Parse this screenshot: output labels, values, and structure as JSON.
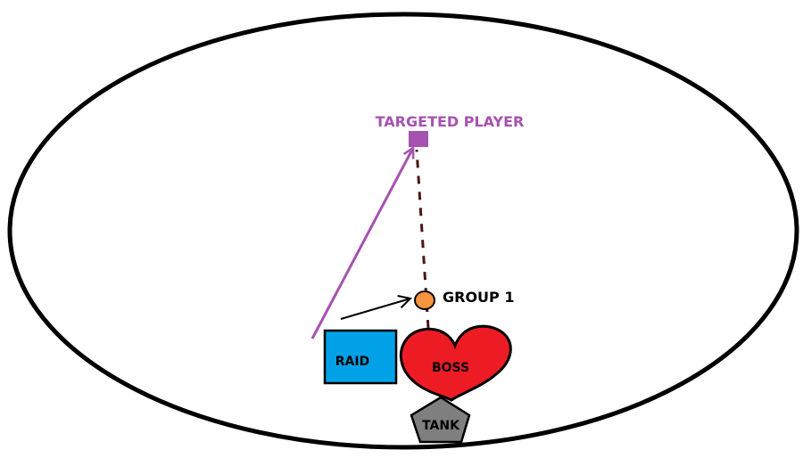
{
  "labels": {
    "targeted_player": "TARGETED PLAYER",
    "group_1": "GROUP 1",
    "raid": "RAID",
    "boss": "BOSS",
    "tank": "TANK"
  },
  "colors": {
    "arena_outline": "#000000",
    "targeted_player": "#a652b0",
    "group_1": "#f7943c",
    "raid": "#00a1e6",
    "boss": "#ed1c24",
    "tank": "#7f7f7f",
    "tether_line": "#4a1616",
    "raid_arrow": "#a652b0",
    "group_arrow": "#000000"
  },
  "icons": {
    "targeted_player": "purple-square-marker",
    "group_1": "orange-circle-marker",
    "raid": "blue-square",
    "boss": "red-heart",
    "tank": "grey-pentagon"
  }
}
